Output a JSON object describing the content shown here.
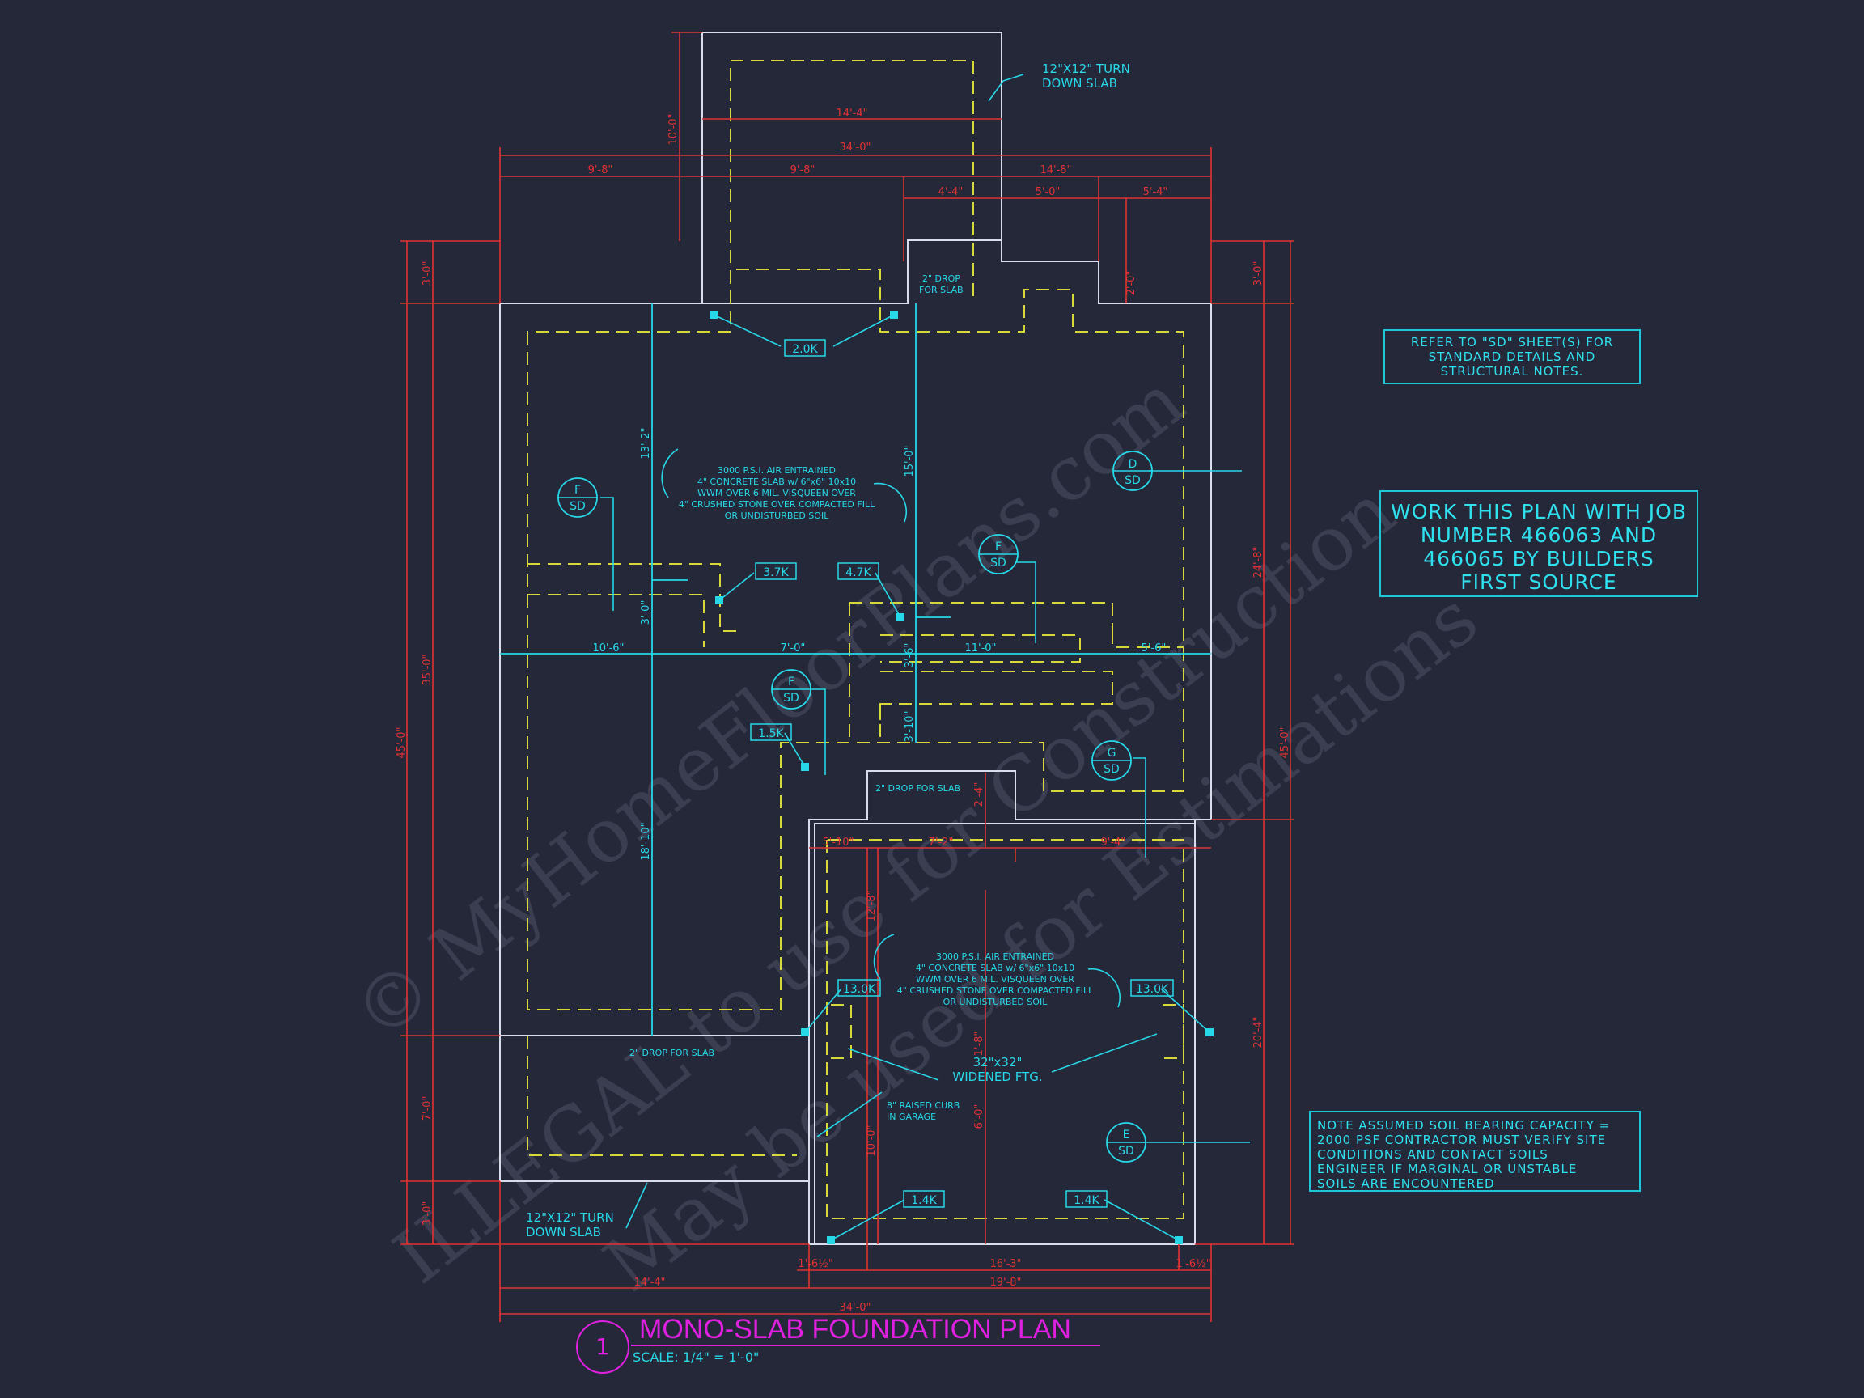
{
  "colors": {
    "background": "#252839",
    "wall": "#d9dcea",
    "footing": "#d8d83a",
    "dimension": "#e03232",
    "annotation": "#27d8e8",
    "title": "#e020e0"
  },
  "title": {
    "number": "1",
    "text": "MONO-SLAB FOUNDATION PLAN",
    "scale": "SCALE: 1/4\" = 1'-0\""
  },
  "notes": {
    "refer": [
      "REFER TO \"SD\" SHEET(S) FOR",
      "STANDARD DETAILS AND",
      "STRUCTURAL NOTES."
    ],
    "job": [
      "WORK THIS PLAN WITH JOB",
      "NUMBER 466063 AND",
      "466065 BY BUILDERS",
      "FIRST SOURCE"
    ],
    "soil": [
      "NOTE ASSUMED SOIL BEARING CAPACITY =",
      "2000 PSF CONTRACTOR MUST VERIFY SITE",
      "CONDITIONS AND CONTACT SOILS",
      "ENGINEER IF MARGINAL OR UNSTABLE",
      "SOILS ARE ENCOUNTERED"
    ]
  },
  "labels": {
    "turndown_top": [
      "12\"X12\" TURN",
      "DOWN SLAB"
    ],
    "turndown_bottom": [
      "12\"X12\" TURN",
      "DOWN SLAB"
    ],
    "drop_top": [
      "2\" DROP",
      "FOR SLAB"
    ],
    "drop_mid": "2\" DROP FOR SLAB",
    "drop_left": "2\" DROP FOR SLAB",
    "slab_spec_1": [
      "3000 P.S.I. AIR ENTRAINED",
      "4\" CONCRETE SLAB w/ 6\"x6\" 10x10",
      "WWM OVER 6 MIL. VISQUEEN OVER",
      "4\" CRUSHED STONE OVER COMPACTED FILL",
      "OR UNDISTURBED SOIL"
    ],
    "slab_spec_2": [
      "3000 P.S.I. AIR ENTRAINED",
      "4\" CONCRETE SLAB w/ 6\"x6\" 10x10",
      "WWM OVER 6 MIL. VISQUEEN OVER",
      "4\" CRUSHED STONE OVER COMPACTED FILL",
      "OR UNDISTURBED SOIL"
    ],
    "widened_ftg": [
      "32\"x32\"",
      "WIDENED FTG."
    ],
    "raised_curb": [
      "8\" RAISED CURB",
      "IN GARAGE"
    ]
  },
  "loads": {
    "l20k": "2.0K",
    "l37k": "3.7K",
    "l47k": "4.7K",
    "l15k": "1.5K",
    "l13k_a": "13.0K",
    "l13k_b": "13.0K",
    "l14k_a": "1.4K",
    "l14k_b": "1.4K"
  },
  "sections": {
    "d": {
      "top": "D",
      "bottom": "SD"
    },
    "f1": {
      "top": "F",
      "bottom": "SD"
    },
    "f2": {
      "top": "F",
      "bottom": "SD"
    },
    "f3": {
      "top": "F",
      "bottom": "SD"
    },
    "g": {
      "top": "G",
      "bottom": "SD"
    },
    "e": {
      "top": "E",
      "bottom": "SD"
    }
  },
  "dims": {
    "d_14_4_top": "14'-4\"",
    "d_34_0_top": "34'-0\"",
    "d_9_8_a": "9'-8\"",
    "d_9_8_b": "9'-8\"",
    "d_14_8": "14'-8\"",
    "d_4_4": "4'-4\"",
    "d_5_0": "5'-0\"",
    "d_5_4": "5'-4\"",
    "d_10_0_v": "10'-0\"",
    "d_3_0_l": "3'-0\"",
    "d_3_0_r": "3'-0\"",
    "d_2_0": "2'-0\"",
    "d_13_2": "13'-2\"",
    "d_15_0": "15'-0\"",
    "d_3_0_m": "3'-0\"",
    "d_10_6": "10'-6\"",
    "d_7_0": "7'-0\"",
    "d_11_0": "11'-0\"",
    "d_5_6": "5'-6\"",
    "d_3_6": "3'-6\"",
    "d_3_10": "3'-10\"",
    "d_18_10": "18'-10\"",
    "d_35_0": "35'-0\"",
    "d_45_0_l": "45'-0\"",
    "d_24_8": "24'-8\"",
    "d_45_0_r": "45'-0\"",
    "d_2_4": "2'-4\"",
    "d_5_10": "5'-10\"",
    "d_7_2": "7'-2\"",
    "d_9_4": "9'-4\"",
    "d_12_8": "12'-8\"",
    "d_20_4": "20'-4\"",
    "d_10_0_g": "10'-0\"",
    "d_7_0_v": "7'-0\"",
    "d_3_0_b": "3'-0\"",
    "d_1_6_a": "1'-6½\"",
    "d_16_3": "16'-3\"",
    "d_1_6_b": "1'-6½\"",
    "d_14_4_b": "14'-4\"",
    "d_19_8": "19'-8\"",
    "d_34_0_b": "34'-0\"",
    "d_1_8": "1'-8\"",
    "d_6_0": "6'-0\""
  },
  "watermarks": {
    "w1": "© MyHomeFloorPlans.com",
    "w2": "ILLEGAL to use for Construction",
    "w3": "May be used for Estimations"
  }
}
